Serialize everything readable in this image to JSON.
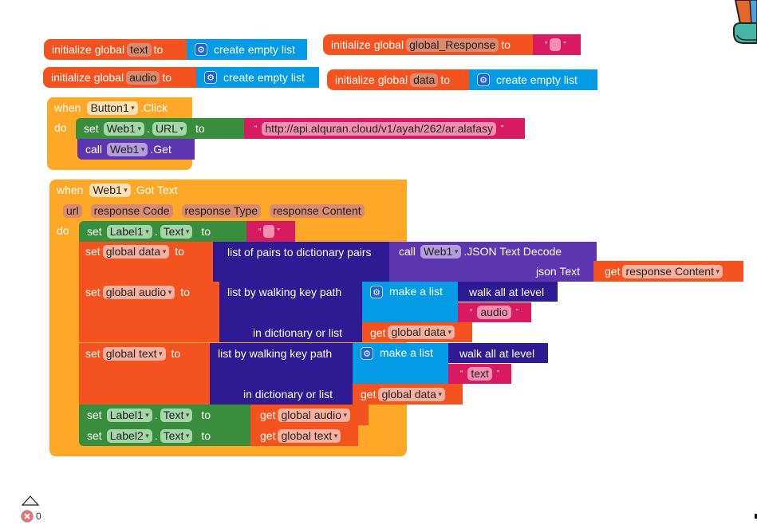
{
  "globals": [
    {
      "label_pre": "initialize global",
      "name": "text",
      "to": "to",
      "value_label": "create empty list"
    },
    {
      "label_pre": "initialize global",
      "name": "audio",
      "to": "to",
      "value_label": "create empty list"
    },
    {
      "label_pre": "initialize global",
      "name": "global_Response",
      "to": "to",
      "value_label": ""
    },
    {
      "label_pre": "initialize global",
      "name": "data",
      "to": "to",
      "value_label": "create empty list"
    }
  ],
  "button_click": {
    "when": "when",
    "component": "Button1",
    "event": ".Click",
    "do": "do",
    "set": "set",
    "set_component": "Web1",
    "dot": ".",
    "property": "URL",
    "to": "to",
    "url_value": "http://api.alquran.cloud/v1/ayah/262/ar.alafasy",
    "call": "call",
    "call_component": "Web1",
    "method": ".Get"
  },
  "got_text": {
    "when": "when",
    "component": "Web1",
    "event": ".Got Text",
    "params": [
      "url",
      "response Code",
      "response Type",
      "response Content"
    ],
    "do": "do",
    "row1": {
      "set": "set",
      "component": "Label1",
      "dot": ".",
      "property": "Text",
      "to": "to"
    },
    "row2": {
      "set": "set",
      "var": "global data",
      "to": "to",
      "dict": "list of pairs to dictionary  pairs",
      "call": "call",
      "call_component": "Web1",
      "method": ".JSON Text Decode",
      "json_text": "json Text",
      "get": "get",
      "get_var": "response Content"
    },
    "row3": {
      "set": "set",
      "var": "global audio",
      "to": "to",
      "walk": "list by walking key path",
      "make_list": "make a list",
      "walk_all": "walk all at level",
      "key": "audio",
      "in_dict": "in dictionary or list",
      "get": "get",
      "get_var": "global data"
    },
    "row4": {
      "set": "set",
      "var": "global text",
      "to": "to",
      "walk": "list by walking key path",
      "make_list": "make a list",
      "walk_all": "walk all at level",
      "key": "text",
      "in_dict": "in dictionary or list",
      "get": "get",
      "get_var": "global data"
    },
    "row5": {
      "set": "set",
      "component": "Label1",
      "dot": ".",
      "property": "Text",
      "to": "to",
      "get": "get",
      "get_var": "global audio"
    },
    "row6": {
      "set": "set",
      "component": "Label2",
      "dot": ".",
      "property": "Text",
      "to": "to",
      "get": "get",
      "get_var": "global text"
    }
  },
  "status": {
    "warning_count": "",
    "error_count": "0"
  },
  "quote_open": "“",
  "quote_close": "”",
  "gear_glyph": "⚙"
}
